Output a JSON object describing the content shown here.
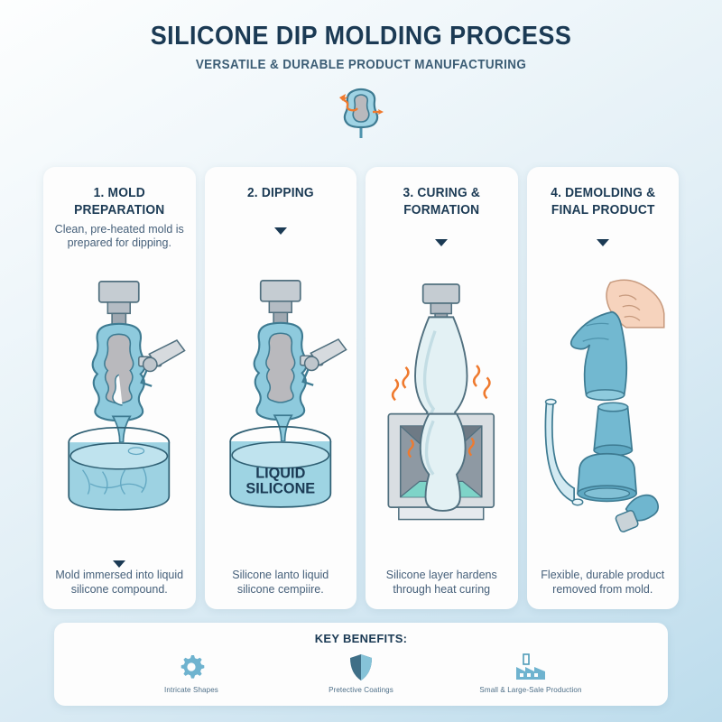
{
  "header": {
    "title": "SILICONE DIP MOLDING PROCESS",
    "subtitle": "VERSATILE & DURABLE PRODUCT MANUFACTURING",
    "emblem_icon": "mold-shape-icon",
    "accent_color": "#ef7a2e",
    "heading_color": "#1b3a54",
    "silicone_color": "#7cbdd6"
  },
  "steps": [
    {
      "title": "1. MOLD PREPARATION",
      "subtitle": "Clean, pre-heated mold is prepared for dipping.",
      "caption": "Mold immersed into liquid silicone compound.",
      "art_icon": "mold-on-fixture-over-vat-icon"
    },
    {
      "title": "2. DIPPING",
      "subtitle": "",
      "caption": "Silicone lanto liquid silicone cempiire.",
      "art_icon": "mold-dipping-into-vat-icon",
      "vat_label": "LIQUID SILICONE"
    },
    {
      "title": "3. CURING & FORMATION",
      "subtitle": "",
      "caption": "Silicone layer hardens through heat curing",
      "art_icon": "curing-oven-icon"
    },
    {
      "title": "4. DEMOLDING & FINAL PRODUCT",
      "subtitle": "",
      "caption": "Flexible, durable product removed from mold.",
      "art_icon": "hand-peeling-product-icon"
    }
  ],
  "benefits": {
    "title": "KEY BENEFITS:",
    "items": [
      {
        "label": "Intricate Shapes",
        "icon": "gear-icon"
      },
      {
        "label": "Pretective Coatings",
        "icon": "shield-icon"
      },
      {
        "label": "Small & Large-Sale Production",
        "icon": "factory-icon"
      }
    ]
  }
}
